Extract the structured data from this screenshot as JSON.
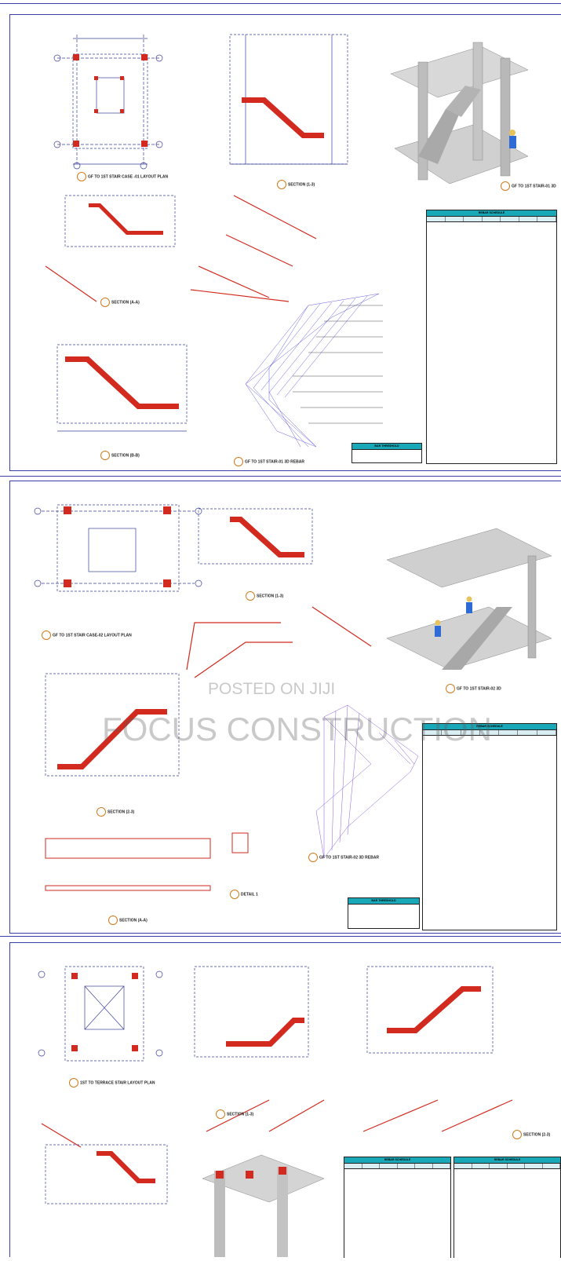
{
  "colors": {
    "border": "#3b3fa8",
    "rebar": "#d22a1e",
    "grid": "#3a3f9a",
    "concrete": "#c9c9c9",
    "table_header": "#18a8b8",
    "worker": "#2e6bd6"
  },
  "sheet1": {
    "plan_title": "GF TO 1ST STAIR CASE -01 LAYOUT PLAN",
    "section_b_title": "SECTION (1-3)",
    "view3d_title": "GF TO 1ST STAIR-01 3D",
    "section_a_title": "SECTION (A-A)",
    "section_b2_title": "SECTION (B-B)",
    "rebar3d_title": "GF TO 1ST STAIR-01 3D REBAR",
    "schedule_title": "REBAR SCHEDULE",
    "summary_title": "BAR THRESHOLD"
  },
  "sheet2": {
    "plan_title": "GF TO 1ST STAIR CASE-02 LAYOUT PLAN",
    "section_title": "SECTION (1-3)",
    "view3d_title": "GF TO 1ST STAIR-02 3D",
    "section2_title": "SECTION (2-3)",
    "rebar3d_title": "GF TO 1ST STAIR-02 3D REBAR",
    "detail_title": "DETAIL 1",
    "section3_title": "SECTION (A-A)",
    "schedule_title": "REBAR SCHEDULE",
    "summary_title": "BAR THRESHOLD"
  },
  "sheet3": {
    "plan_title": "1ST TO TERRACE STAIR LAYOUT PLAN",
    "section_title": "SECTION (1-3)",
    "section2_title": "SECTION (2-3)",
    "schedule_title": "REBAR SCHEDULE",
    "schedule2_title": "REBAR SCHEDULE"
  },
  "watermark": {
    "line1": "POSTED ON JIJI",
    "line2": "FOCUS CONSTRUCTION"
  }
}
